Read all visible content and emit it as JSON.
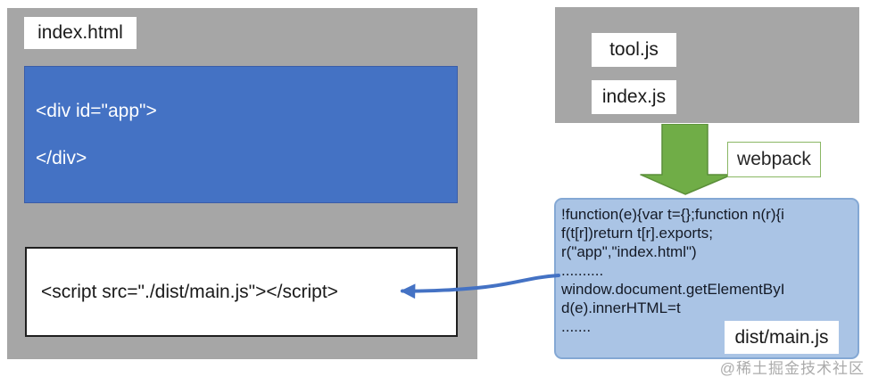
{
  "left_panel": {
    "file_label": "index.html",
    "div_block": {
      "line1": "<div id=\"app\">",
      "line2": "</div>"
    },
    "script_block": {
      "code": "<script src=\"./dist/main.js\"></script>"
    }
  },
  "right_panel": {
    "source_files": [
      "tool.js",
      "index.js"
    ],
    "arrow_label": "webpack",
    "bundle": {
      "code_lines": [
        "!function(e){var t={};function n(r){i",
        "f(t[r])return t[r].exports;",
        "r(\"app\",\"index.html\")",
        "..........",
        "window.document.getElementByI",
        "d(e).innerHTML=t",
        "......."
      ],
      "file_label": "dist/main.js"
    }
  },
  "icons": {
    "down_arrow": "webpack-down-arrow-icon",
    "reference_arrow": "bundle-to-script-arrow-icon"
  },
  "colors": {
    "panel_gray": "#a6a6a6",
    "accent_blue": "#4472c4",
    "bundle_fill": "#aac4e5",
    "bundle_border": "#84a8d4",
    "arrow_green": "#70ad47",
    "arrow_green_border": "#5b8f3a"
  },
  "watermark": "@稀土掘金技术社区"
}
